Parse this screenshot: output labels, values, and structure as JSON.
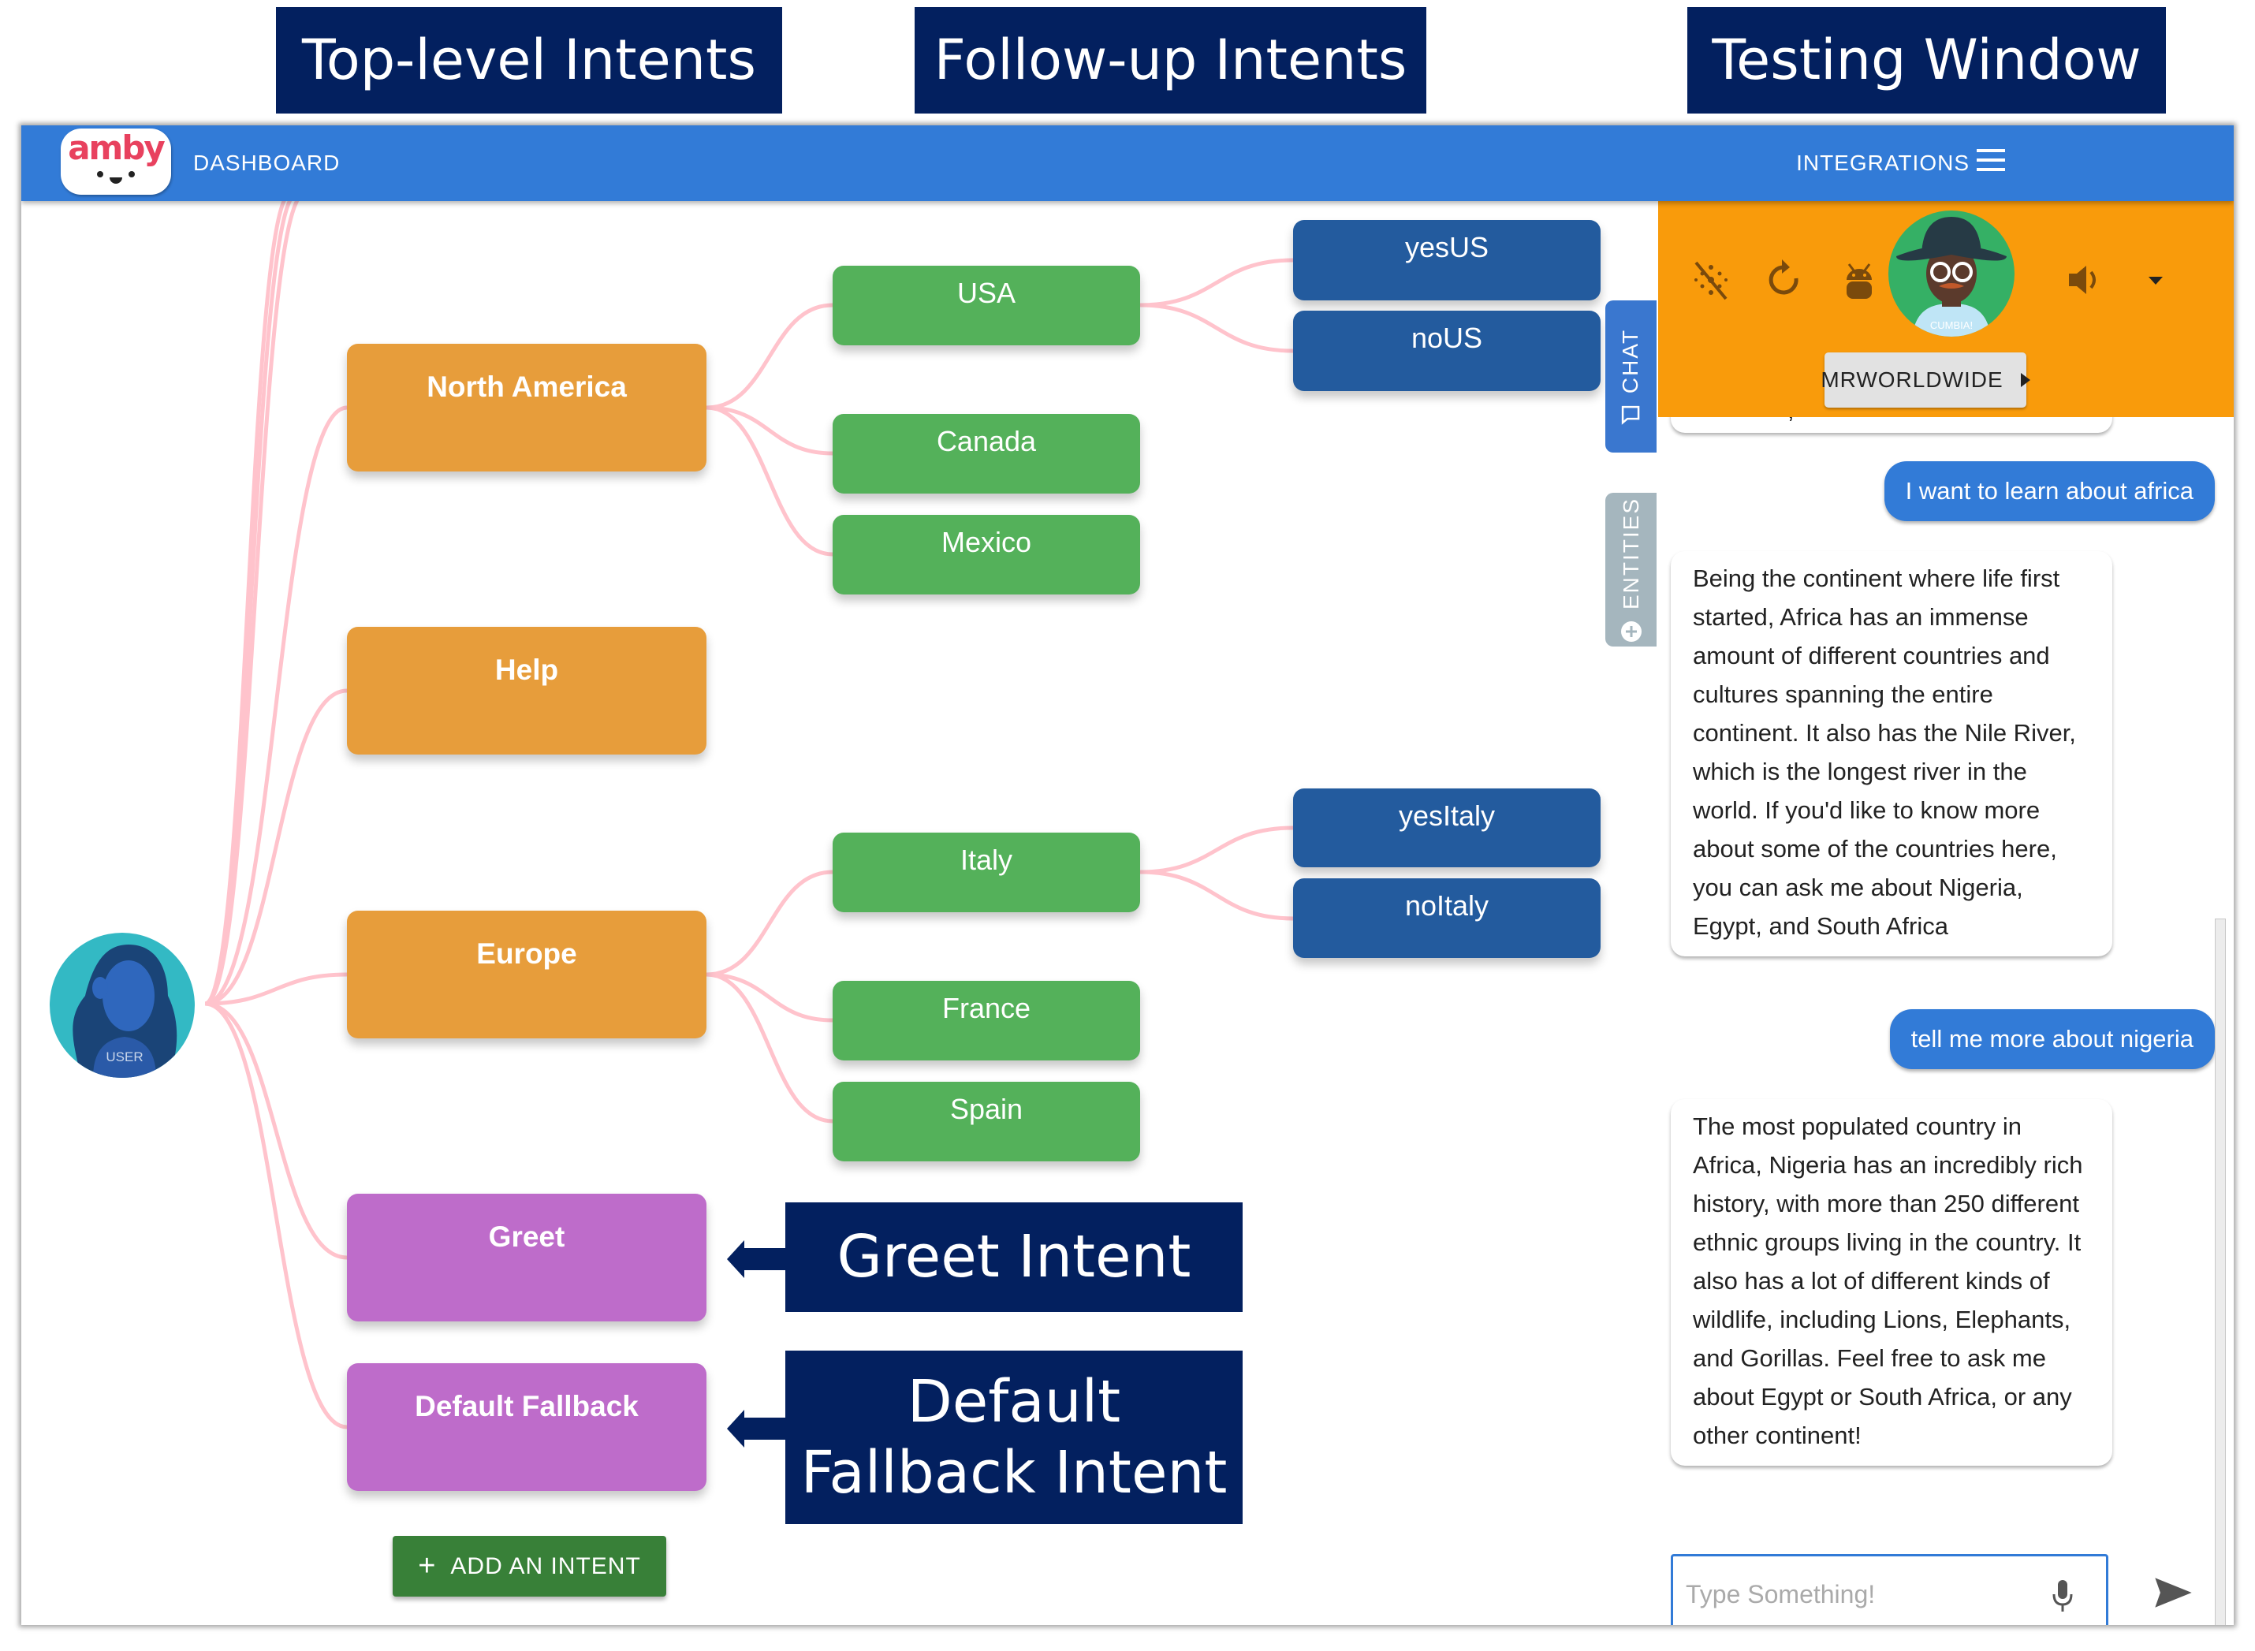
{
  "annotations": {
    "top_level": "Top-level Intents",
    "follow_up": "Follow-up Intents",
    "testing": "Testing Window",
    "greet": "Greet Intent",
    "fallback_line1": "Default",
    "fallback_line2": "Fallback Intent"
  },
  "header": {
    "logo_text": "amby",
    "dashboard": "DASHBOARD",
    "integrations": "INTEGRATIONS",
    "menu_icon": "hamburger-menu-icon"
  },
  "user_node": {
    "label": "USER"
  },
  "intents": {
    "top_level": [
      {
        "label": "North America",
        "color": "#e79d3b",
        "children": [
          {
            "label": "USA",
            "color": "#54b15a",
            "children": [
              {
                "label": "yesUS",
                "color": "#235b9e"
              },
              {
                "label": "noUS",
                "color": "#235b9e"
              }
            ]
          },
          {
            "label": "Canada",
            "color": "#54b15a"
          },
          {
            "label": "Mexico",
            "color": "#54b15a"
          }
        ]
      },
      {
        "label": "Help",
        "color": "#e79d3b"
      },
      {
        "label": "Europe",
        "color": "#e79d3b",
        "children": [
          {
            "label": "Italy",
            "color": "#54b15a",
            "children": [
              {
                "label": "yesItaly",
                "color": "#235b9e"
              },
              {
                "label": "noItaly",
                "color": "#235b9e"
              }
            ]
          },
          {
            "label": "France",
            "color": "#54b15a"
          },
          {
            "label": "Spain",
            "color": "#54b15a"
          }
        ]
      },
      {
        "label": "Greet",
        "color": "#be6cca"
      },
      {
        "label": "Default Fallback",
        "color": "#be6cca"
      }
    ],
    "add_button": "ADD AN INTENT",
    "link_color": "#ffc3cc"
  },
  "side_tabs": {
    "chat": "CHAT",
    "entities": "ENTITIES"
  },
  "testing": {
    "bot_name": "MRWORLDWIDE",
    "bot_shirt_text": "CUMBIA!",
    "header_color": "#f99b0b",
    "icons": [
      "mic-off-icon",
      "refresh-icon",
      "android-icon",
      "volume-icon",
      "dropdown-arrow-icon"
    ],
    "messages": [
      {
        "from": "bot",
        "text": ","
      },
      {
        "from": "user",
        "text": "I want to learn about africa"
      },
      {
        "from": "bot",
        "text": "Being the continent where life first started, Africa has an immense amount of different countries and cultures spanning the entire continent. It also has the Nile River, which is the longest river in the world. If you'd like to know more about some of the countries here, you can ask me about Nigeria, Egypt, and South Africa"
      },
      {
        "from": "user",
        "text": "tell me more about nigeria"
      },
      {
        "from": "bot",
        "text": "The most populated country in Africa, Nigeria has an incredibly rich history, with more than 250 different ethnic groups living in the country. It also has a lot of different kinds of wildlife, including Lions, Elephants, and Gorillas. Feel free to ask me about Egypt or South Africa, or any other continent!"
      }
    ],
    "input": {
      "value": "",
      "placeholder": "Type Something!"
    }
  }
}
